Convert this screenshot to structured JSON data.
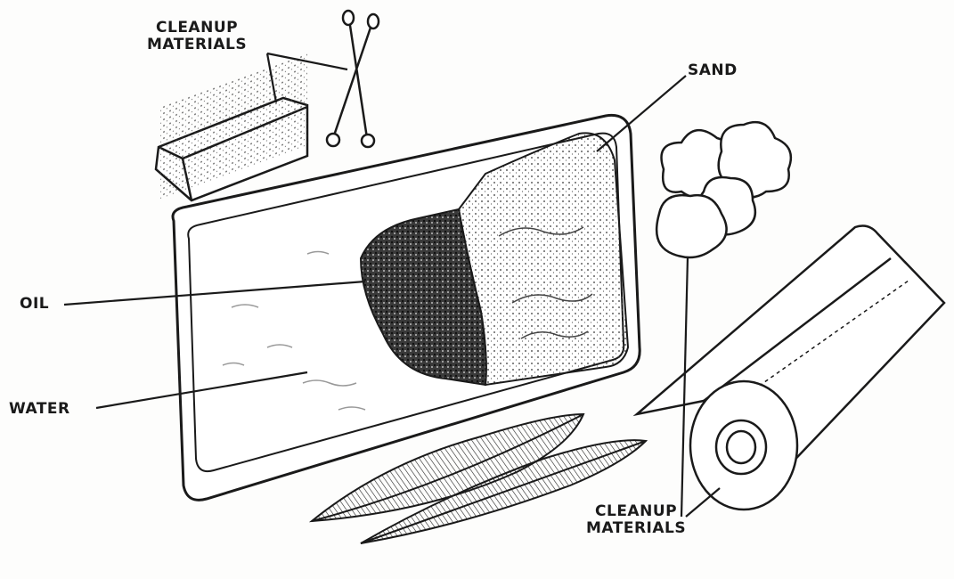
{
  "diagram": {
    "labels": {
      "cleanup_top_line1": "CLEANUP",
      "cleanup_top_line2": "MATERIALS",
      "sand": "SAND",
      "oil": "OIL",
      "water": "WATER",
      "cleanup_bottom_line1": "CLEANUP",
      "cleanup_bottom_line2": "MATERIALS"
    },
    "objects": {
      "sponge": "sponge",
      "cotton_swabs": "cotton swabs",
      "tray": "tray",
      "cotton_balls": "cotton balls",
      "paper_towel_roll": "paper towel roll",
      "feathers": "feathers"
    }
  }
}
